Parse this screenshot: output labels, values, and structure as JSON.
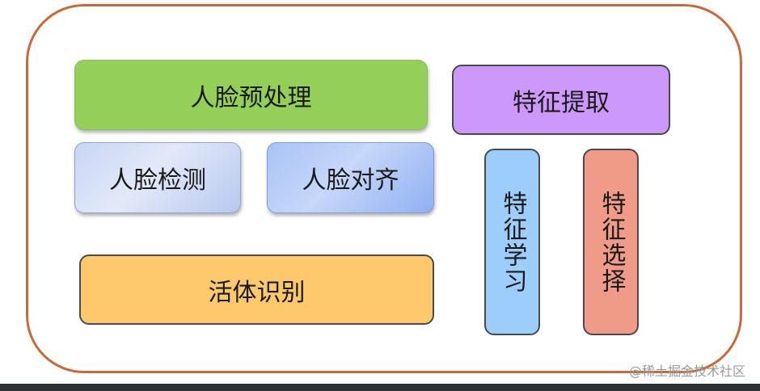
{
  "diagram": {
    "title": "",
    "frame": {
      "border_color": "#c96a3c"
    },
    "nodes": [
      {
        "id": "preprocess",
        "label": "人脸预处理",
        "color": "#94cf58"
      },
      {
        "id": "detect",
        "label": "人脸检测",
        "color": "#d6e0f6"
      },
      {
        "id": "align",
        "label": "人脸对齐",
        "color": "#a9c3f6"
      },
      {
        "id": "liveness",
        "label": "活体识别",
        "color": "#fdc96c"
      },
      {
        "id": "extract",
        "label": "特征提取",
        "color": "#cc99fb"
      },
      {
        "id": "learning",
        "label": "特征学习",
        "color": "#9ccdfb",
        "orientation": "vertical"
      },
      {
        "id": "selection",
        "label": "特征选择",
        "color": "#f09a88",
        "orientation": "vertical"
      }
    ],
    "groups": [
      {
        "parent": "preprocess",
        "children": [
          "detect",
          "align"
        ]
      },
      {
        "parent": "extract",
        "children": [
          "learning",
          "selection"
        ]
      }
    ]
  },
  "watermark": {
    "text": "@稀土掘金技术社区"
  }
}
